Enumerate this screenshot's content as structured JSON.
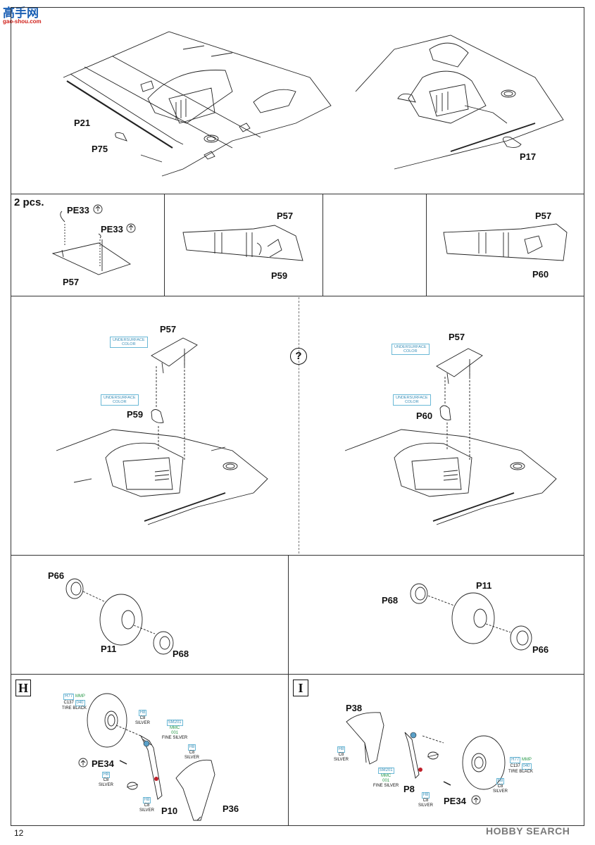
{
  "watermark": {
    "logo_text": "高手网",
    "url": "gao-shou.com"
  },
  "page_number": "12",
  "footer_brand": "HOBBY SEARCH",
  "top_left": {
    "labels": [
      "P21",
      "P75"
    ]
  },
  "top_right": {
    "labels": [
      "P17"
    ]
  },
  "row2": {
    "qty": "2 pcs.",
    "pe_label_1": "PE33",
    "pe_label_2": "PE33",
    "part_a": "P57",
    "mid_p57": "P57",
    "mid_p59": "P59",
    "right_p57": "P57",
    "right_p60": "P60"
  },
  "row3": {
    "question_mark": "?",
    "left": {
      "p57": "P57",
      "p59": "P59",
      "note1": [
        "UNDERSURFACE",
        "COLOR"
      ],
      "note2": [
        "UNDERSURFACE",
        "COLOR"
      ]
    },
    "right": {
      "p57": "P57",
      "p60": "P60",
      "note1": [
        "UNDERSURFACE",
        "COLOR"
      ],
      "note2": [
        "UNDERSURFACE",
        "COLOR"
      ]
    }
  },
  "row4": {
    "left": {
      "p66": "P66",
      "p11": "P11",
      "p68": "P68"
    },
    "right": {
      "p68": "P68",
      "p11": "P11",
      "p66": "P66"
    }
  },
  "step_h": {
    "letter": "H",
    "paint_tire": {
      "code1": "H77",
      "code2": "MMP",
      "code3": "C137",
      "code4": "040",
      "name": "TIRE BLACK"
    },
    "paint_silver1": {
      "code1": "H8",
      "code2": "C8",
      "name": "SILVER"
    },
    "paint_fine": {
      "code1": "SM201",
      "code2": "MMC",
      "code3": "001",
      "name": "FINE SILVER"
    },
    "paint_silver2": {
      "code1": "H8",
      "code2": "C8",
      "name": "SILVER"
    },
    "paint_silver3": {
      "code1": "H8",
      "code2": "C8",
      "name": "SILVER"
    },
    "paint_silver4": {
      "code1": "H8",
      "code2": "C8",
      "name": "SILVER"
    },
    "pe34": "PE34",
    "p10": "P10",
    "p36": "P36"
  },
  "step_i": {
    "letter": "I",
    "p38": "P38",
    "p8": "P8",
    "pe34": "PE34",
    "paint_silver1": {
      "code1": "H8",
      "code2": "C8",
      "name": "SILVER"
    },
    "paint_fine": {
      "code1": "SM201",
      "code2": "MMC",
      "code3": "001",
      "name": "FINE SILVER"
    },
    "paint_silver2": {
      "code1": "H8",
      "code2": "C8",
      "name": "SILVER"
    },
    "paint_tire": {
      "code1": "H77",
      "code2": "MMP",
      "code3": "C137",
      "code4": "040",
      "name": "TIRE BLACK"
    },
    "paint_silver3": {
      "code1": "H8",
      "code2": "C8",
      "name": "SILVER"
    }
  }
}
